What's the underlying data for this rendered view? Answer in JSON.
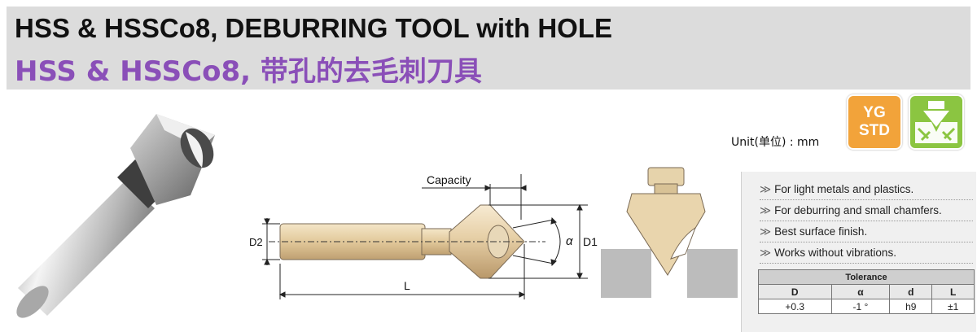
{
  "header": {
    "title_en": "HSS & HSSCo8, DEBURRING TOOL with HOLE",
    "title_zh": "HSS & HSSCo8, 带孔的去毛刺刀具"
  },
  "unit_label": "Unit(单位) : mm",
  "badges": {
    "yg_line1": "YG",
    "yg_line2": "STD",
    "yg_color": "#f2a33a",
    "material_icon": "material-application-icon",
    "material_color": "#8bc541"
  },
  "diagram": {
    "capacity": "Capacity",
    "d2": "D2",
    "d1": "D1",
    "alpha": "α",
    "length": "L"
  },
  "features": [
    "For light metals and plastics.",
    "For deburring and small chamfers.",
    "Best surface finish.",
    "Works without vibrations."
  ],
  "feature_marker": "≫",
  "tolerance": {
    "title": "Tolerance",
    "headers": [
      "D",
      "α",
      "d",
      "L"
    ],
    "values": [
      "+0.3",
      "-1 °",
      "h9",
      "±1"
    ]
  }
}
